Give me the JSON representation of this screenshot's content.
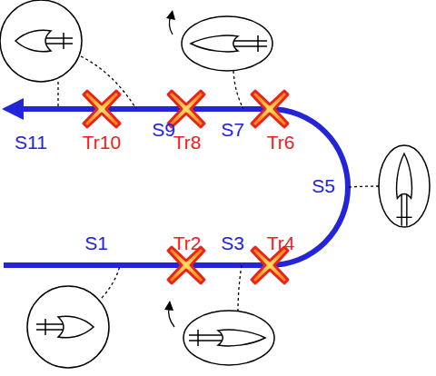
{
  "diagram": {
    "labels": [
      "S1",
      "Tr2",
      "S3",
      "Tr4",
      "S5",
      "Tr6",
      "S7",
      "Tr8",
      "S9",
      "Tr10",
      "S11"
    ]
  }
}
